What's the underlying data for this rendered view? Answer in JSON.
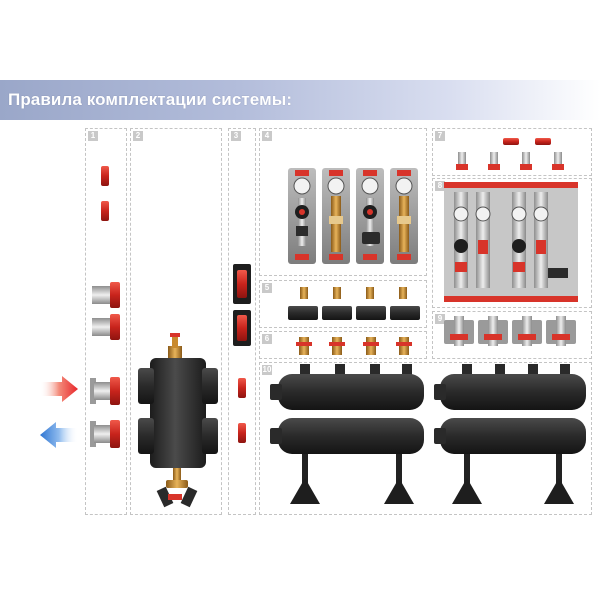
{
  "header": {
    "title": "Правила комплектации системы:"
  },
  "panels": [
    {
      "num": "1"
    },
    {
      "num": "2"
    },
    {
      "num": "3"
    },
    {
      "num": "4"
    },
    {
      "num": "5"
    },
    {
      "num": "6"
    },
    {
      "num": "7"
    },
    {
      "num": "8"
    },
    {
      "num": "9"
    },
    {
      "num": "10"
    }
  ],
  "colors": {
    "banner_start": "#9aa7c9",
    "supply_arrow": "#e8262a",
    "return_arrow": "#3a7fd6",
    "body_dark": "#2f2f2f",
    "fitting_red": "#d8342a",
    "brass": "#c98a2e"
  }
}
